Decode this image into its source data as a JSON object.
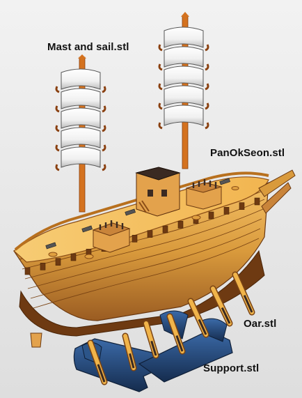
{
  "labels": {
    "mast_and_sail": "Mast and sail.stl",
    "ship_hull": "PanOkSeon.stl",
    "oar": "Oar.stl",
    "support": "Support.stl"
  },
  "colors": {
    "background": "#e9e9e9",
    "wood_light": "#f0b44a",
    "wood_mid": "#d48a2a",
    "wood_dark": "#8a4d17",
    "mast": "#d4721f",
    "sail": "#f6f6f6",
    "sail_shadow": "#bdbdbd",
    "support_blue": "#1f3f6e",
    "cabin_dark": "#3a2a22"
  },
  "icons": [
    "mast-and-sail-model",
    "panokseon-ship-model",
    "oar-model",
    "support-model"
  ]
}
